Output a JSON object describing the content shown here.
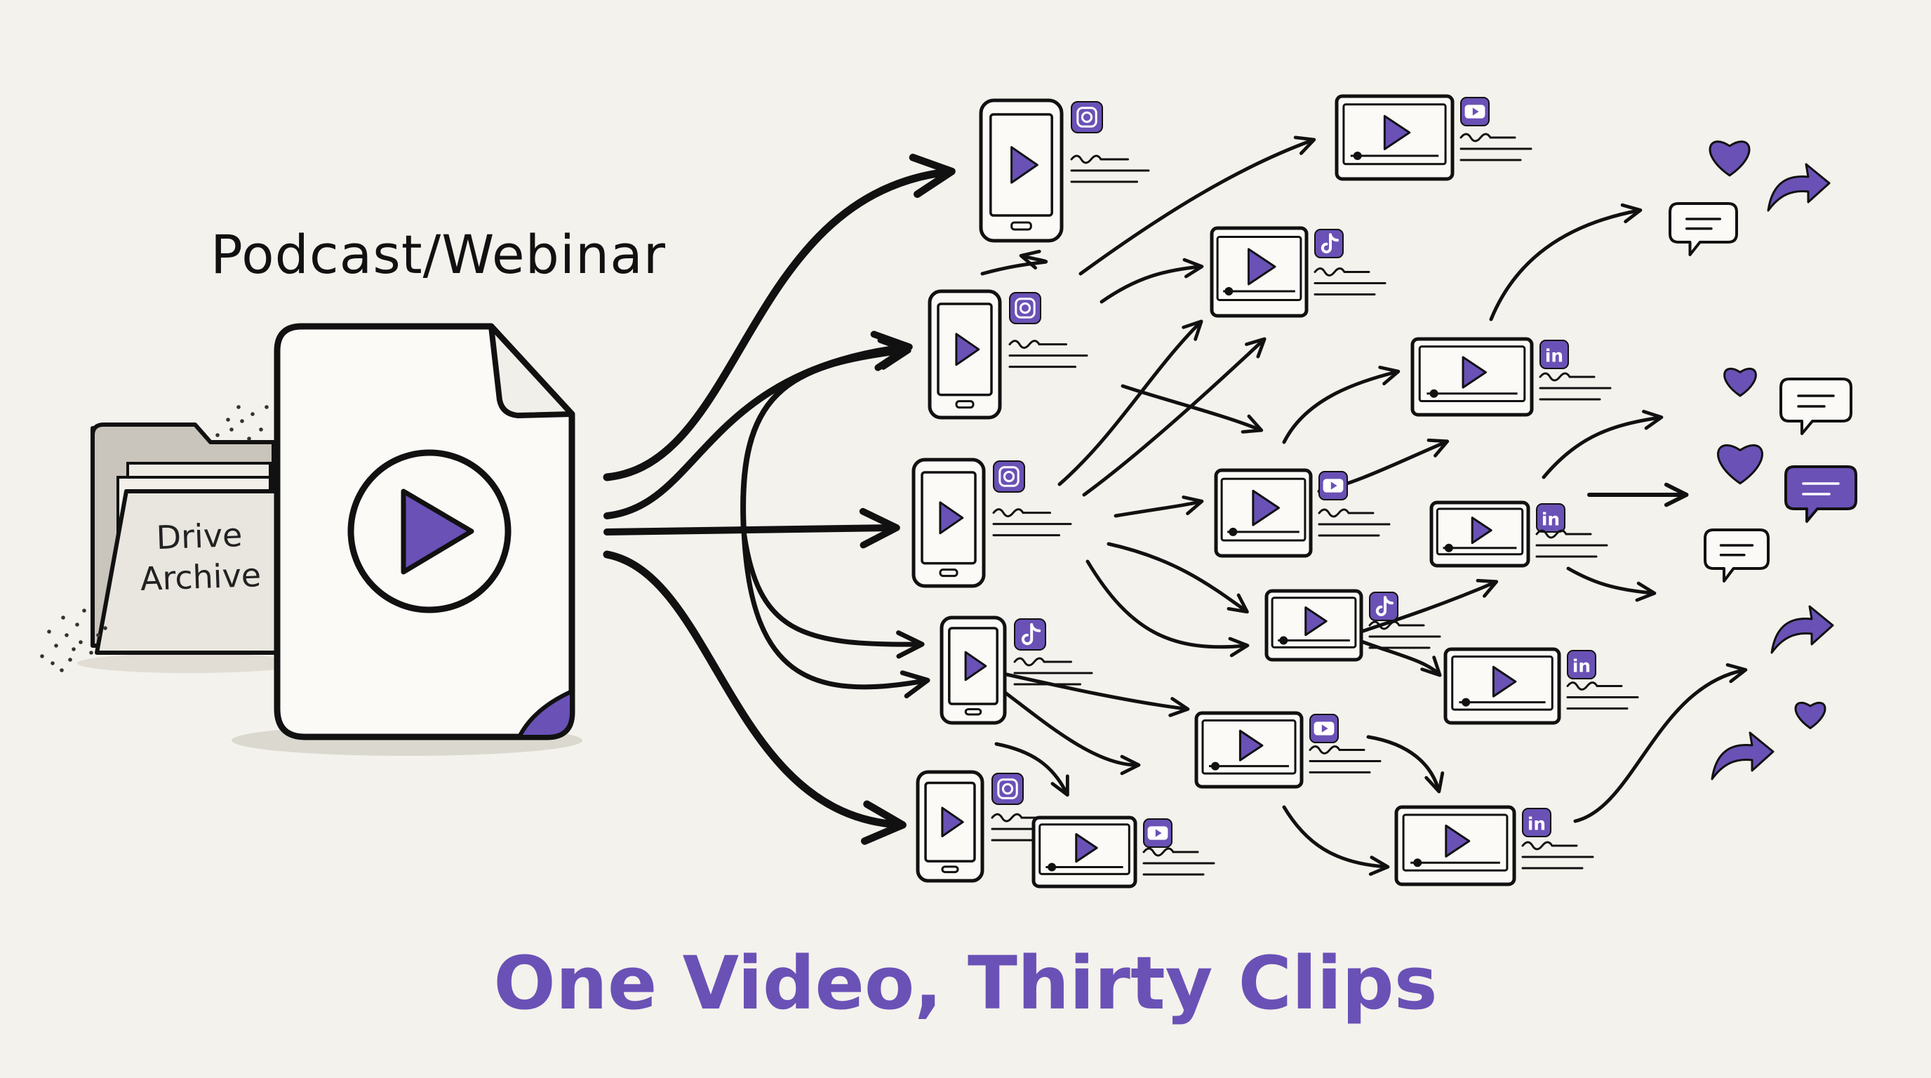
{
  "diagram": {
    "source": {
      "label": "Podcast/Webinar",
      "folder_label_line1": "Drive",
      "folder_label_line2": "Archive"
    },
    "title": "One Video, Thirty Clips",
    "colors": {
      "accent": "#6a51b6",
      "ink": "#111111",
      "background": "#f4f2ec",
      "paper": "#fbfaf6",
      "folder": "#c8c3bb"
    },
    "platform_icons": [
      "instagram-icon",
      "tiktok-icon",
      "youtube-icon",
      "linkedin-icon"
    ],
    "engagement_icons": [
      "heart-icon",
      "share-arrow-icon",
      "comment-bubble-icon"
    ]
  }
}
